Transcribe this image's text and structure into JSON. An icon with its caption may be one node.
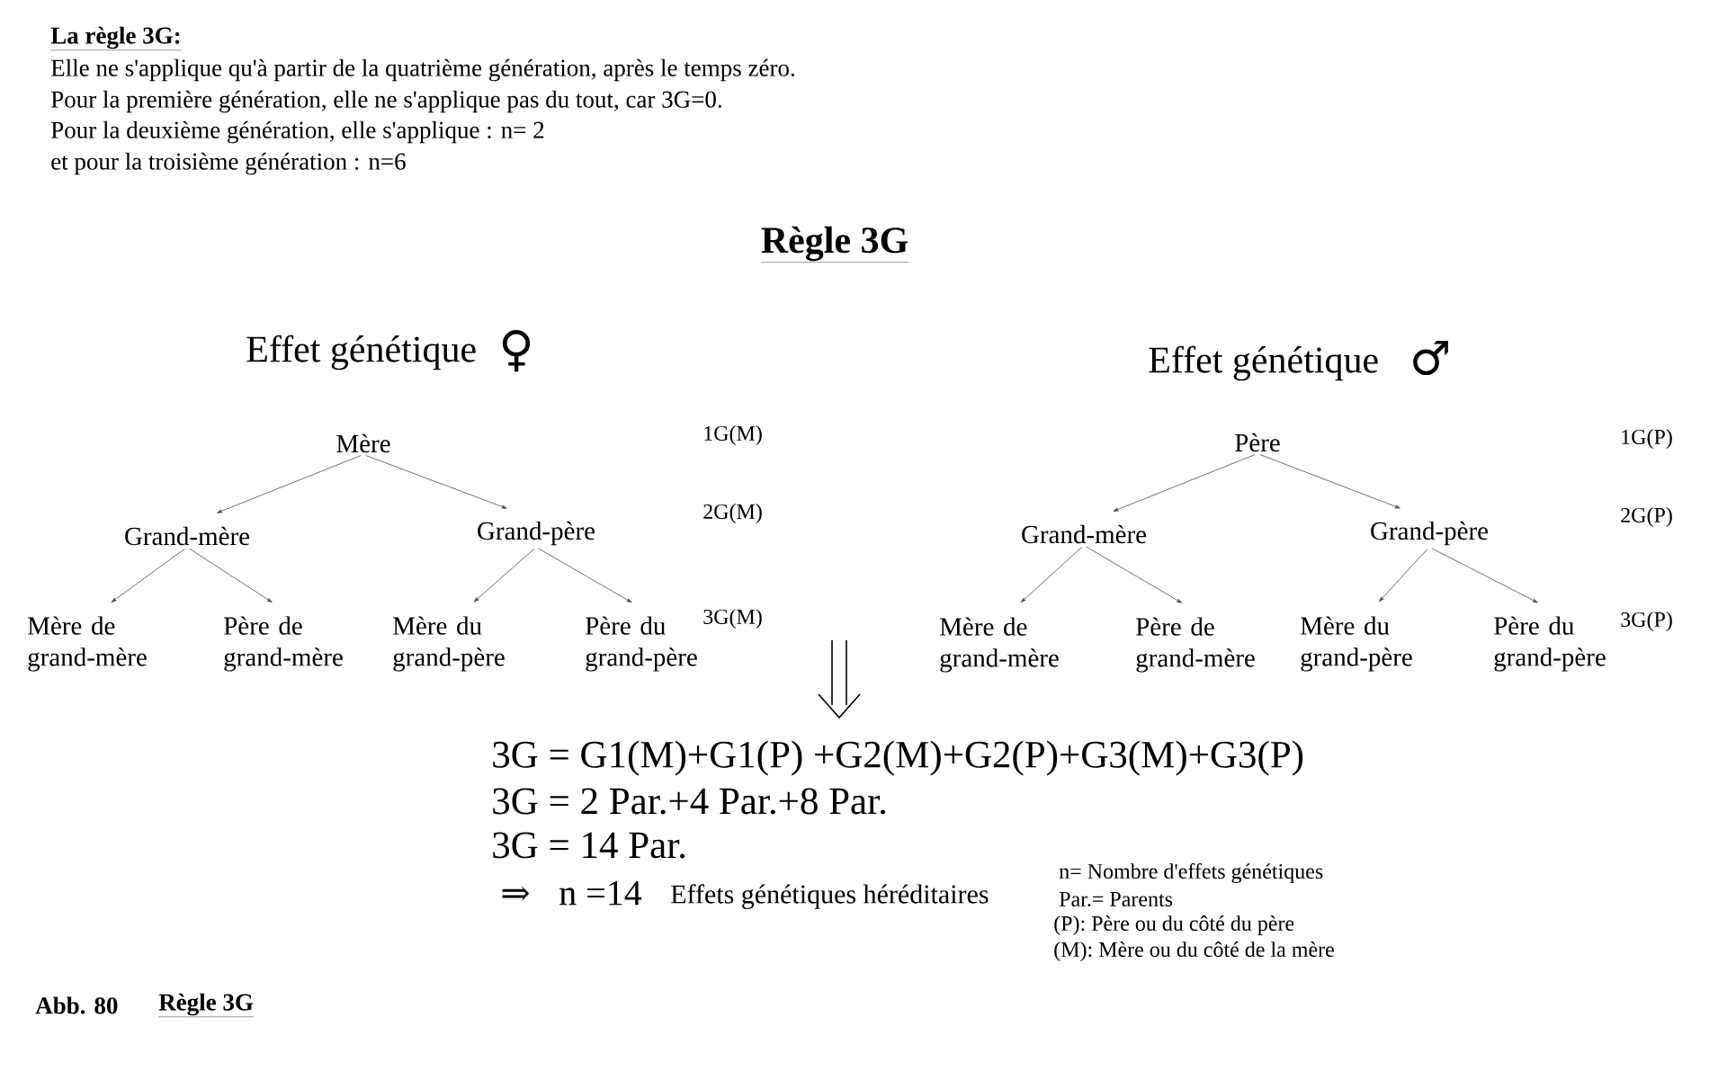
{
  "diagram": {
    "title": "Règle 3G",
    "nodes": [
      {
        "text": [
          "Mère"
        ]
      },
      {
        "text": [
          "Grand-mère"
        ]
      },
      {
        "text": [
          "Grand-père"
        ]
      },
      {
        "text": [
          "Mère de grand-mère"
        ]
      },
      {
        "text": [
          "Père de grand-mère"
        ]
      },
      {
        "text": [
          "Mère du grand-père"
        ]
      },
      {
        "text": [
          "Père du grand-père"
        ]
      },
      {
        "text": [
          "Père"
        ]
      },
      {
        "text": [
          "Grand-mère"
        ]
      },
      {
        "text": [
          "Grand-père"
        ]
      },
      {
        "text": [
          "Mère de grand-mère"
        ]
      },
      {
        "text": [
          "Père de grand-mère"
        ]
      },
      {
        "text": [
          "Mère du grand-père"
        ]
      },
      {
        "text": [
          "Père du grand-père"
        ]
      }
    ],
    "edges": [
      {
        "from": 0,
        "to": 1,
        "arrow": "to"
      },
      {
        "from": 0,
        "to": 2,
        "arrow": "to"
      },
      {
        "from": 1,
        "to": 3,
        "arrow": "to"
      },
      {
        "from": 1,
        "to": 4,
        "arrow": "to"
      },
      {
        "from": 2,
        "to": 5,
        "arrow": "to"
      },
      {
        "from": 2,
        "to": 6,
        "arrow": "to"
      },
      {
        "from": 7,
        "to": 8,
        "arrow": "to"
      },
      {
        "from": 7,
        "to": 9,
        "arrow": "to"
      },
      {
        "from": 8,
        "to": 10,
        "arrow": "to"
      },
      {
        "from": 8,
        "to": 11,
        "arrow": "to"
      },
      {
        "from": 9,
        "to": 12,
        "arrow": "to"
      },
      {
        "from": 9,
        "to": 13,
        "arrow": "to"
      }
    ],
    "labels": [
      "La règle 3G:",
      "Elle ne s'applique qu'à partir de la quatrième génération, après le temps zéro.",
      "Pour la première génération, elle ne s'applique pas du tout, car 3G=0.",
      "Pour la deuxième génération, elle s'applique : n= 2",
      "et pour la troisième génération : n=6",
      "Effet génétique",
      "♀",
      "Effet génétique",
      "♂",
      "1G(M)",
      "2G(M)",
      "3G(M)",
      "1G(P)",
      "2G(P)",
      "3G(P)",
      "3G = G1(M)+G1(P) +G2(M)+G2(P)+G3(M)+G3(P)",
      "3G = 2 Par.+4 Par.+8 Par.",
      "3G = 14 Par.",
      "⇒",
      "n =14",
      "Effets génétiques héréditaires",
      "n= Nombre d'effets génétiques",
      "Par.= Parents",
      "(P): Père ou du côté du père",
      "(M): Mère ou du côté de la mère",
      "Abb. 80",
      "Règle 3G"
    ]
  }
}
